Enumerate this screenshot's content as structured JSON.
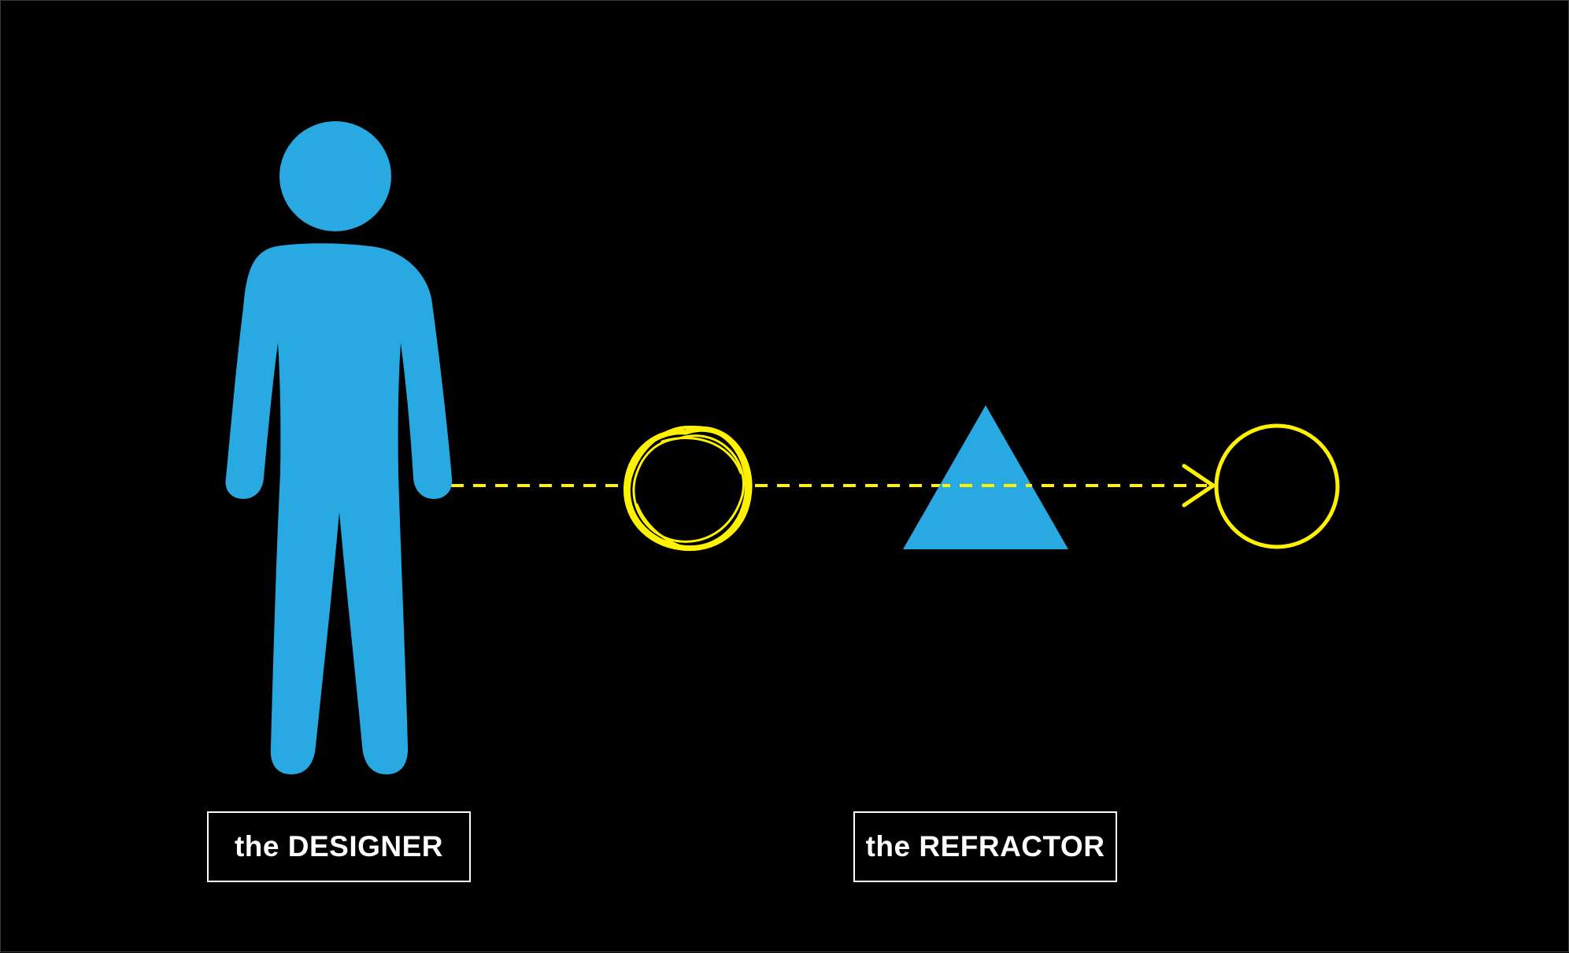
{
  "diagram": {
    "labels": {
      "designer": "the DESIGNER",
      "refractor": "the REFRACTOR"
    },
    "colors": {
      "background": "#000000",
      "figure": "#29A9E1",
      "beam": "#FFF200",
      "label_text": "#FFFFFF",
      "label_border": "#FFFFFF"
    },
    "elements": {
      "person": "person-icon",
      "sketch": "sketched-circle",
      "prism": "triangle-refractor",
      "result": "clean-circle",
      "path": "dashed-arrow"
    }
  }
}
